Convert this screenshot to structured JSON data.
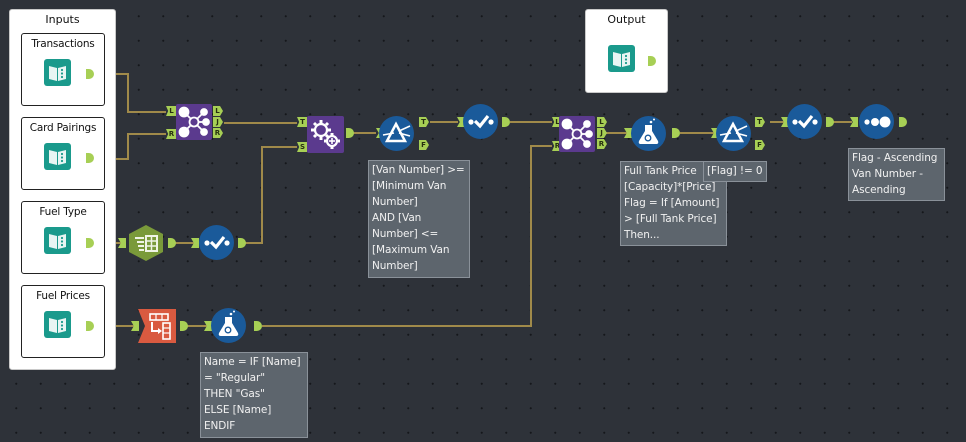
{
  "canvas": {
    "connection_color": "#a08a4a",
    "anchor_color": "#a7cf55"
  },
  "containers": {
    "inputs": {
      "title": "Inputs"
    },
    "output": {
      "title": "Output"
    }
  },
  "inputs": [
    {
      "label": "Transactions"
    },
    {
      "label": "Card Pairings"
    },
    {
      "label": "Fuel Type"
    },
    {
      "label": "Fuel Prices"
    }
  ],
  "anchors": {
    "join_left": "L",
    "join_join": "J",
    "join_right": "R",
    "append_target": "T",
    "append_source": "S",
    "filter_true": "T",
    "filter_false": "F"
  },
  "tools": {
    "join1": {
      "type": "Join",
      "color": "#5b3a8e"
    },
    "append_fields": {
      "type": "Append Fields",
      "color": "#5b3a8e"
    },
    "filter1": {
      "type": "Filter",
      "color": "#1a5a9a"
    },
    "select1": {
      "type": "Select",
      "color": "#1a5a9a"
    },
    "join2": {
      "type": "Join",
      "color": "#5b3a8e"
    },
    "formula1": {
      "type": "Formula",
      "color": "#1a5a9a"
    },
    "filter2": {
      "type": "Filter",
      "color": "#1a5a9a"
    },
    "select2": {
      "type": "Select",
      "color": "#1a5a9a"
    },
    "sort1": {
      "type": "Sort",
      "color": "#1a5a9a"
    },
    "text_to_columns": {
      "type": "Text To Columns",
      "color": "#7a9a3a"
    },
    "select3": {
      "type": "Select",
      "color": "#1a5a9a"
    },
    "dynamic_rename": {
      "type": "Dynamic Rename",
      "color": "#d95a40"
    },
    "formula2": {
      "type": "Formula",
      "color": "#1a5a9a"
    }
  },
  "annotations": {
    "filter1": "[Van Number] >=\n[Minimum Van\nNumber]\nAND [Van\nNumber] <=\n[Maximum Van\nNumber]",
    "formula1": "Full Tank Price\n[Capacity]*[Price]\nFlag = If [Amount]\n> [Full Tank Price]\nThen...",
    "filter2": "[Flag] != 0",
    "sort1": "Flag - Ascending\nVan Number -\nAscending",
    "formula2": "Name = IF [Name]\n= \"Regular\"\nTHEN \"Gas\"\nELSE [Name]\nENDIF"
  }
}
